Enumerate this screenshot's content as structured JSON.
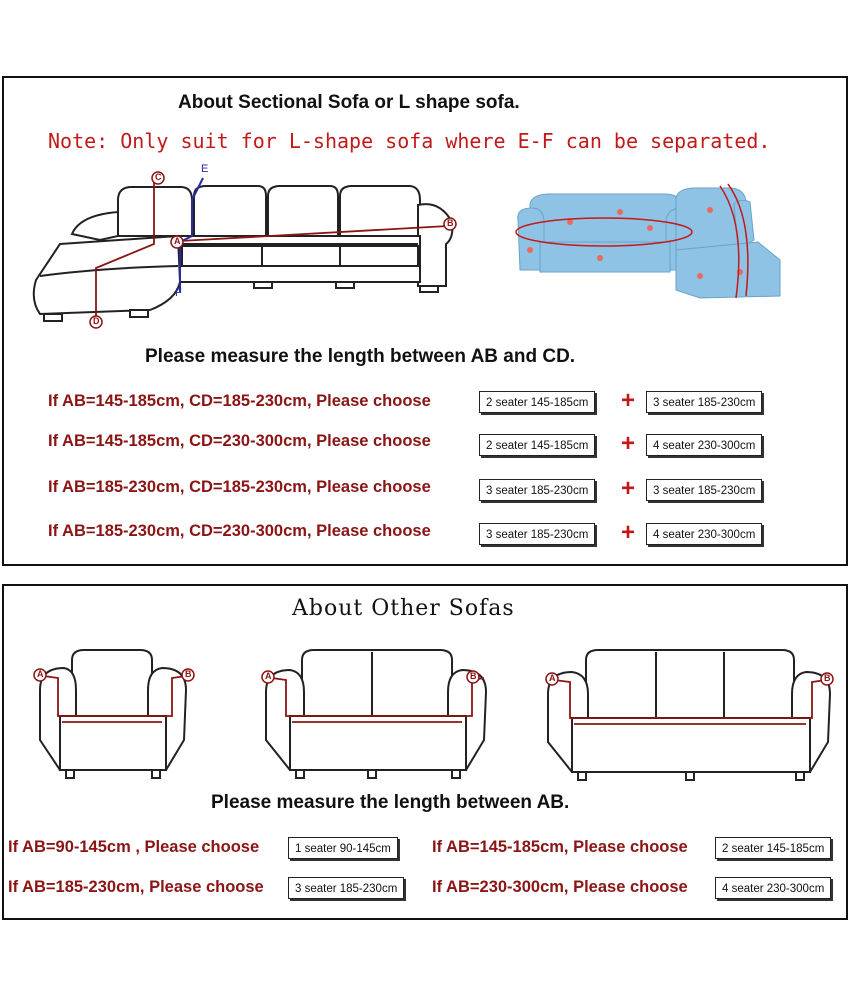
{
  "sectional": {
    "title": "About Sectional Sofa or L shape sofa.",
    "note": "Note: Only suit for L-shape sofa where E-F can be separated.",
    "point_labels": {
      "a": "A",
      "b": "B",
      "c": "C",
      "d": "D",
      "e": "E",
      "f": "F"
    },
    "instruction": "Please measure the length between AB and CD.",
    "rows": [
      {
        "condition": "If AB=145-185cm, CD=185-230cm, Please choose",
        "first": "2 seater 145-185cm",
        "plus": "+",
        "second": "3 seater 185-230cm"
      },
      {
        "condition": "If AB=145-185cm, CD=230-300cm, Please choose",
        "first": "2 seater 145-185cm",
        "plus": "+",
        "second": "4 seater 230-300cm"
      },
      {
        "condition": "If AB=185-230cm, CD=185-230cm, Please choose",
        "first": "3 seater 185-230cm",
        "plus": "+",
        "second": "3 seater 185-230cm"
      },
      {
        "condition": "If AB=185-230cm, CD=230-300cm, Please choose",
        "first": "3 seater 185-230cm",
        "plus": "+",
        "second": "4 seater 230-300cm"
      }
    ]
  },
  "other": {
    "title": "About Other Sofas",
    "point_labels": {
      "a": "A",
      "b": "B"
    },
    "instruction": "Please measure the length between AB.",
    "rows": [
      {
        "condition": "If AB=90-145cm , Please choose",
        "choice": "1 seater 90-145cm"
      },
      {
        "condition": "If AB=145-185cm, Please choose",
        "choice": "2 seater 145-185cm"
      },
      {
        "condition": "If AB=185-230cm, Please choose",
        "choice": "3 seater 185-230cm"
      },
      {
        "condition": "If AB=230-300cm, Please choose",
        "choice": "4 seater 230-300cm"
      }
    ]
  },
  "colors": {
    "measure_line": "#8b1414",
    "ef_line": "#2a2aa0",
    "cover_blue": "#8fc3e6",
    "note_red": "#c21a1a"
  }
}
